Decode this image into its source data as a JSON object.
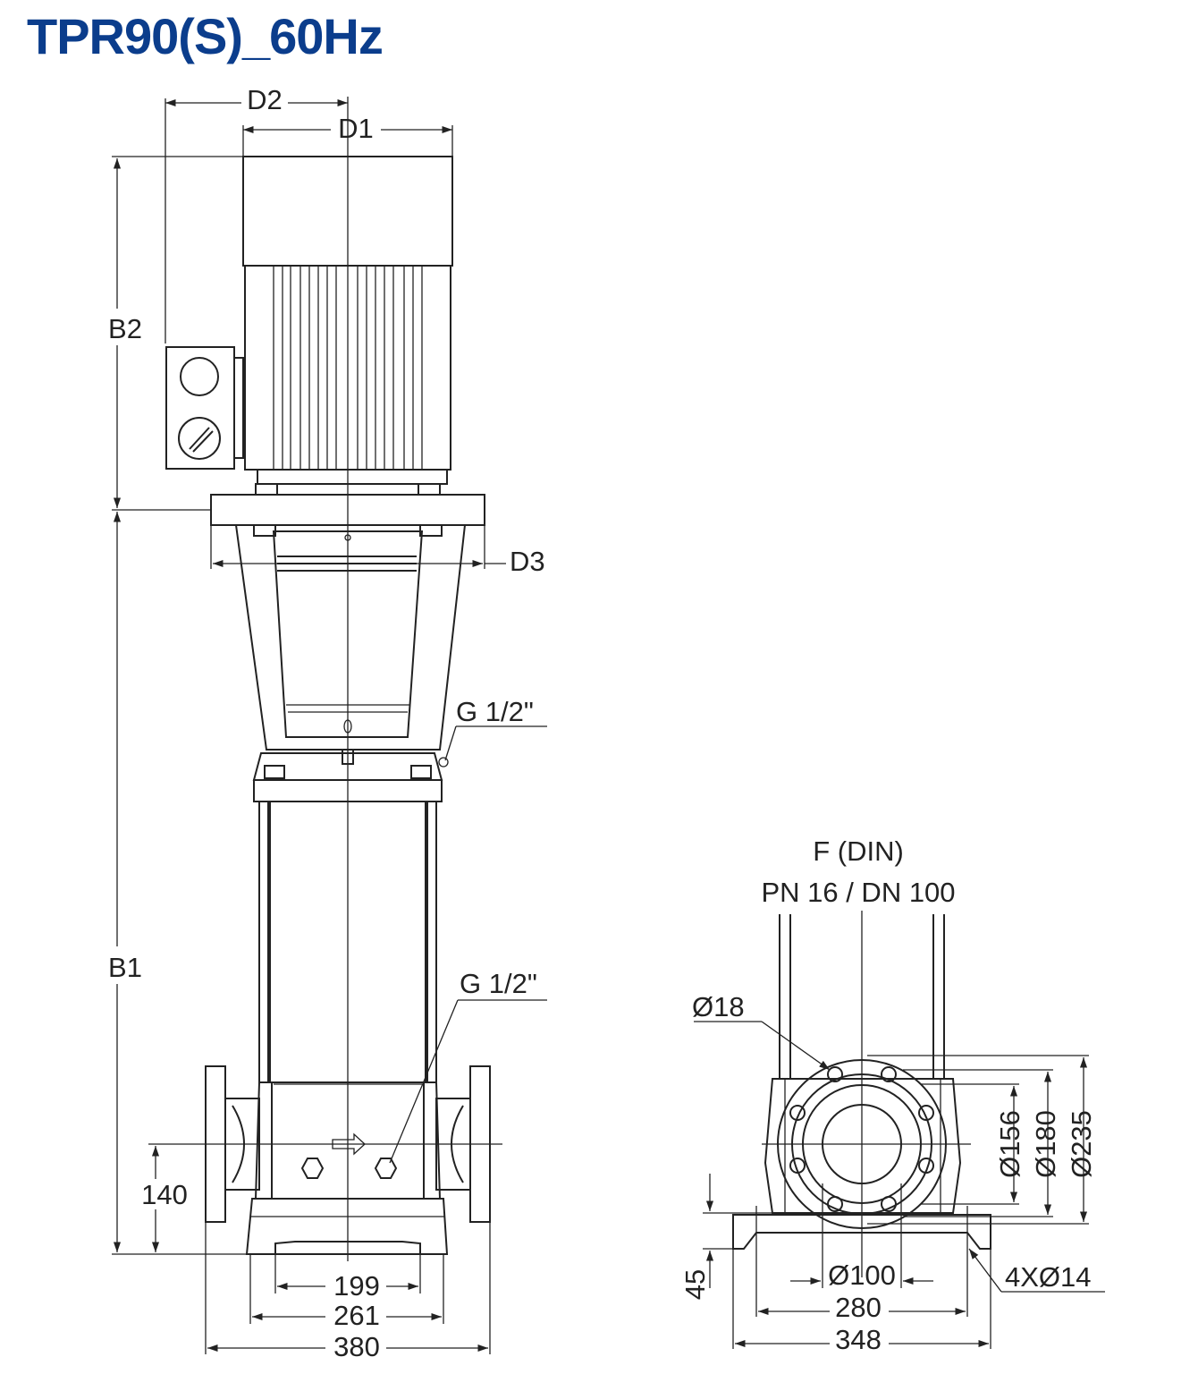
{
  "title": "TPR90(S)_60Hz",
  "brand_color": "#0b3d8c",
  "line_color": "#222222",
  "labels": {
    "d1": "D1",
    "d2": "D2",
    "d3": "D3",
    "b1": "B1",
    "b2": "B2",
    "g_top": "G 1/2\"",
    "g_bottom": "G 1/2\"",
    "dim_140": "140",
    "dim_199": "199",
    "dim_261": "261",
    "dim_380": "380",
    "flange_type": "F (DIN)",
    "flange_spec": "PN 16 / DN 100",
    "dia_18": "Ø18",
    "dia_156": "Ø156",
    "dia_180": "Ø180",
    "dia_235": "Ø235",
    "dia_100": "Ø100",
    "dim_280": "280",
    "dim_348": "348",
    "dim_45": "45",
    "holes": "4XØ14"
  }
}
